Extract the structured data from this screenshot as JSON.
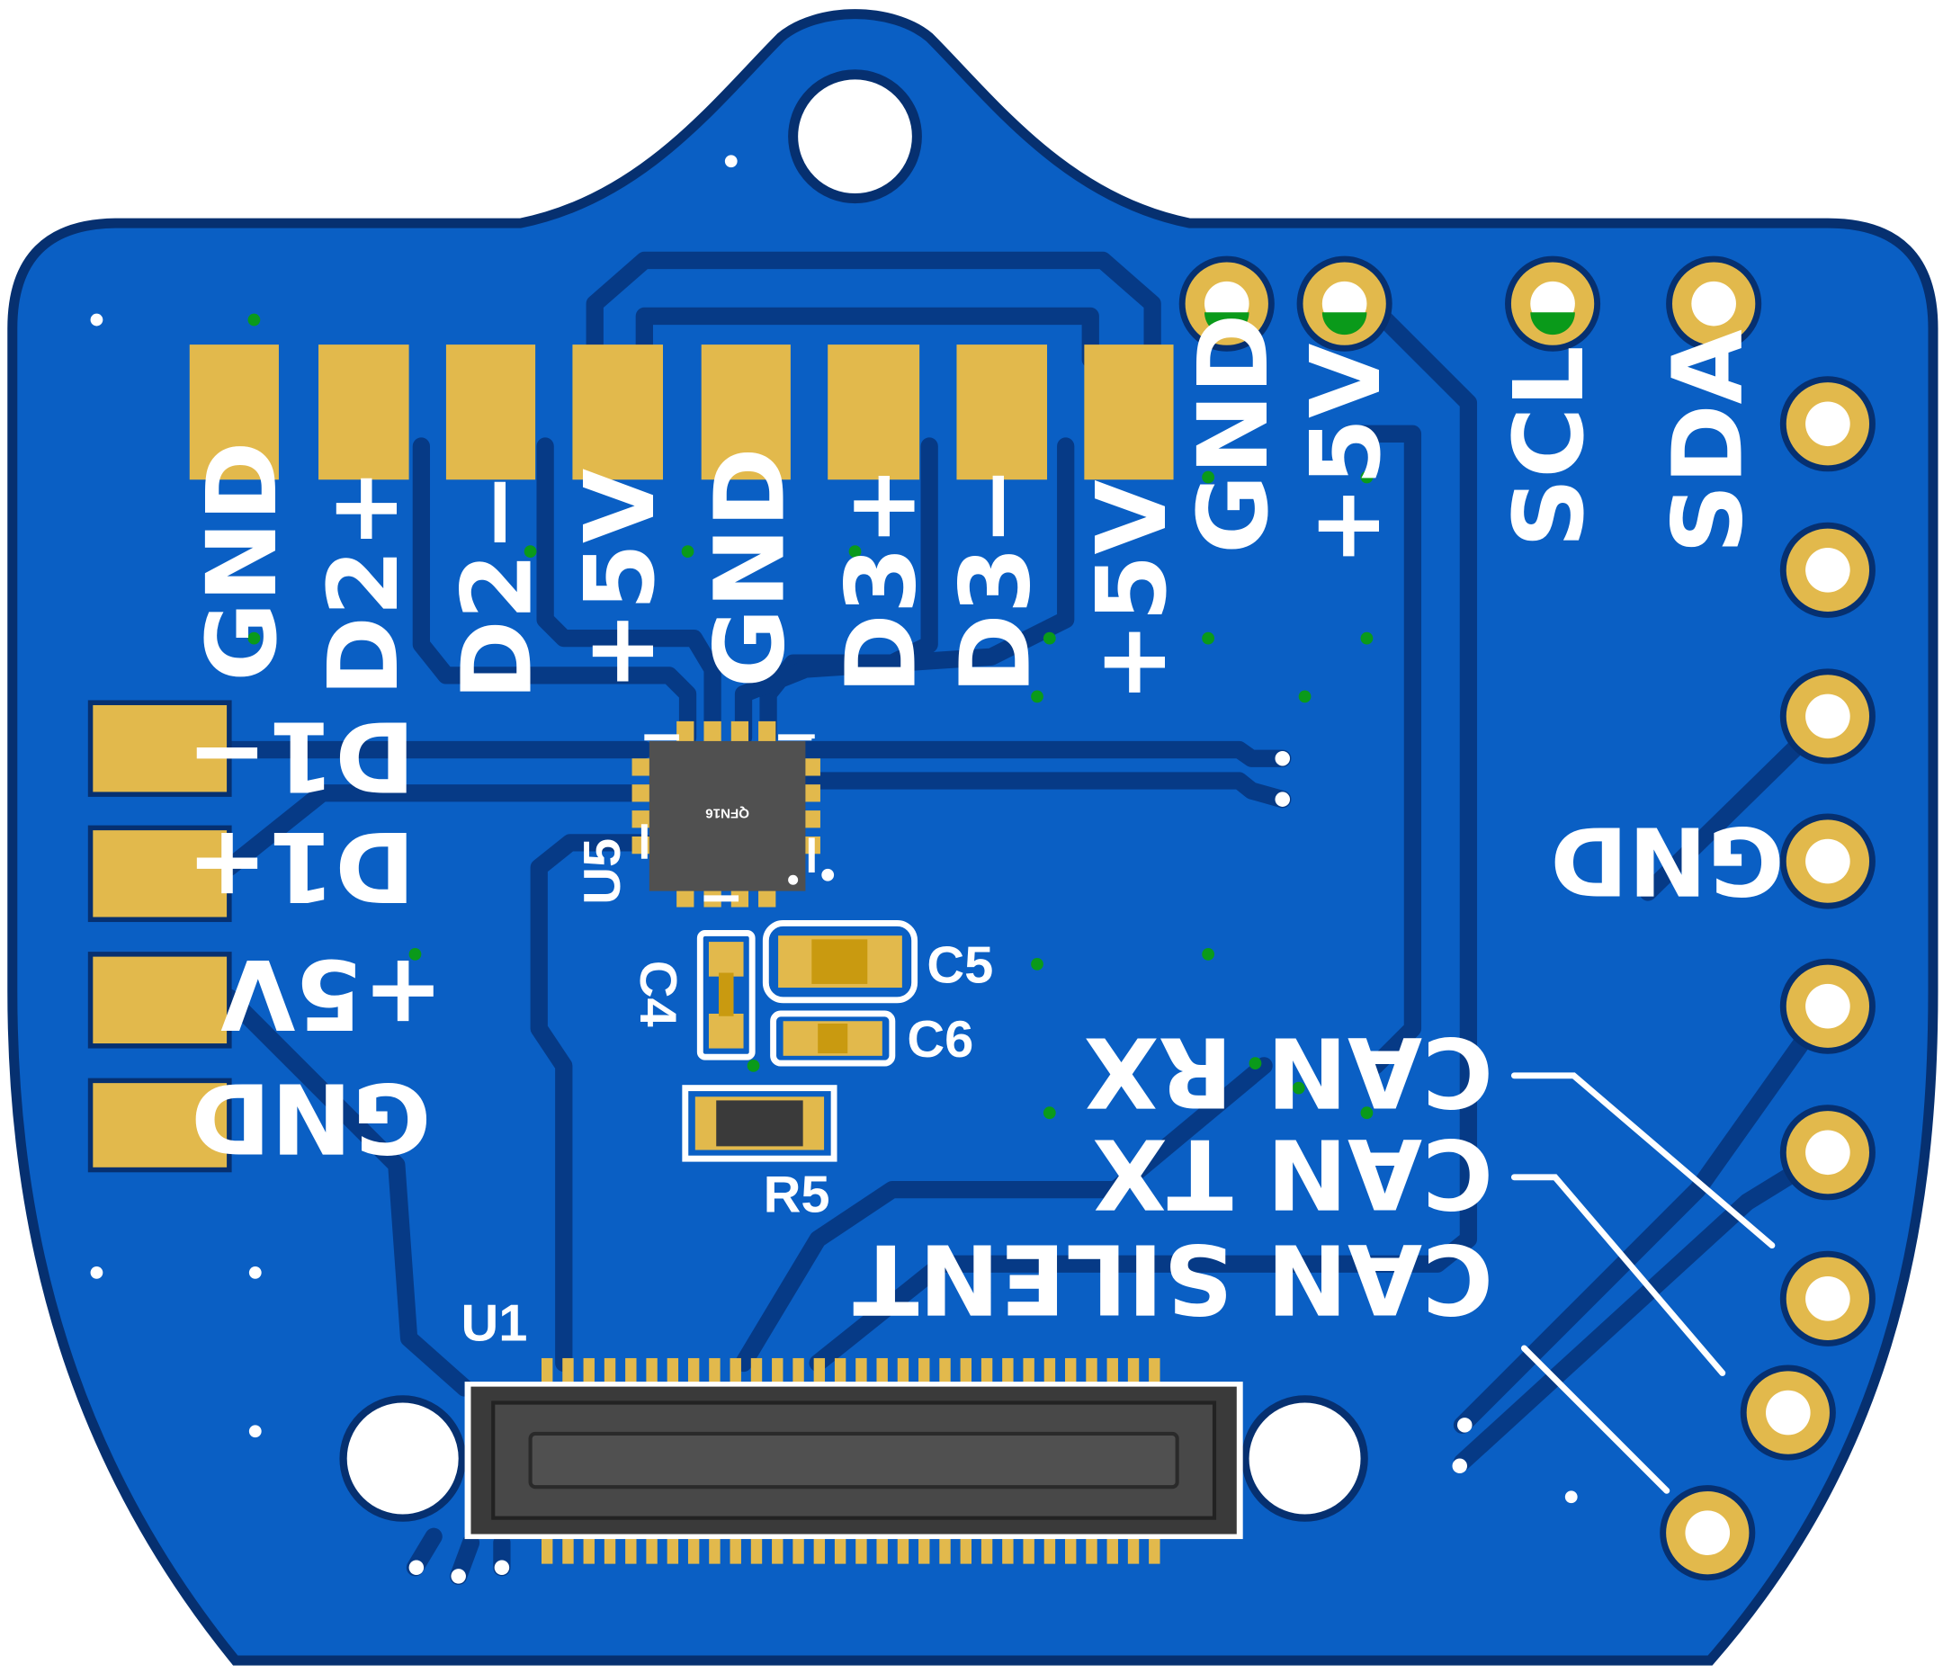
{
  "board": {
    "colors": {
      "soldermask": "#0a5fc4",
      "outline": "#063070",
      "copper": "#e2b94c",
      "silkscreen": "#ffffff",
      "ic_body": "#505050"
    },
    "top_pad_labels": [
      "GND",
      "D2+",
      "D2−",
      "+5V",
      "GND",
      "D3+",
      "D3−",
      "+5V"
    ],
    "header_labels": [
      "GND",
      "+5V",
      "SCL",
      "SDA"
    ],
    "left_pad_labels": [
      "D1−",
      "D1+",
      "+5V",
      "GND"
    ],
    "right_labels": {
      "gnd": "GND",
      "can_rx": "CAN RX",
      "can_tx": "CAN TX",
      "can_silent": "CAN SILENT"
    },
    "refdes": {
      "u5": "U5",
      "u5_package": "QFN16",
      "c4": "C4",
      "c5": "C5",
      "c6": "C6",
      "r5": "R5",
      "u1": "U1"
    }
  }
}
